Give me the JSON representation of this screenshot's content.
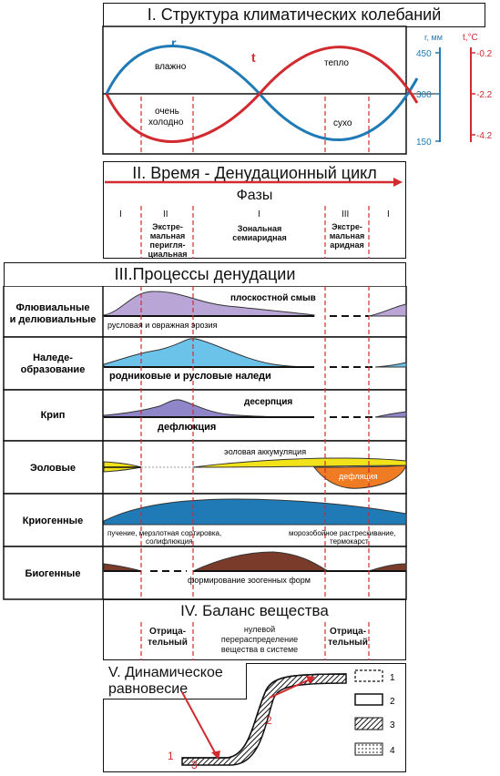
{
  "sections": {
    "s1": {
      "title": "I. Структура климатических колебаний",
      "r_symbol": "r",
      "t_symbol": "t",
      "vlazhno": "влажно",
      "teplo": "тепло",
      "ochen": "очень",
      "holodno": "холодно",
      "suho": "сухо",
      "r_axis": {
        "title": "r, мм",
        "ticks": [
          "450",
          "300",
          "150"
        ]
      },
      "t_axis": {
        "title": "t,°C",
        "ticks": [
          "-0.2",
          "-2.2",
          "-4.2"
        ]
      },
      "colors": {
        "r": "#1f7ab5",
        "t": "#d12a2f",
        "dash": "#d12a2f"
      }
    },
    "s2": {
      "title": "II. Время - Денудационный цикл",
      "phases_label": "Фазы",
      "numerals": [
        "I",
        "II",
        "I",
        "III",
        "I"
      ],
      "ext_periglacial": [
        "Экстре-",
        "мальная",
        "перигля-",
        "циальная"
      ],
      "zonal": [
        "Зональная",
        "семиаридная"
      ],
      "ext_arid": [
        "Экстре-",
        "мальная",
        "аридная"
      ]
    },
    "s3": {
      "title": "III.Процессы денудации",
      "rows": [
        {
          "label": [
            "Флювиальные",
            "и делювиальные"
          ],
          "text1": "плоскостной смыв",
          "text2": "русловая и овражная эрозия"
        },
        {
          "label": [
            "Наледе-",
            "образование"
          ],
          "text1": "родниковые и русловые наледи"
        },
        {
          "label": [
            "Крип"
          ],
          "text1": "десерпция",
          "text2": "дефлюкция"
        },
        {
          "label": [
            "Эоловые"
          ],
          "text1": "эоловая аккумуляция",
          "text2": "дефляция"
        },
        {
          "label": [
            "Криогенные"
          ],
          "text1": [
            "пучение, мерзлотная сортировка,",
            "солифлюкция"
          ],
          "text2": [
            "морозобойное растрескивание,",
            "термокарст"
          ]
        },
        {
          "label": [
            "Биогенные"
          ],
          "text1": "формирование зоогенных форм"
        }
      ]
    },
    "s4": {
      "title": "IV. Баланс вещества",
      "neg_left": [
        "Отрица-",
        "тельный"
      ],
      "neutral": [
        "нулевой",
        "перераспределение",
        "вещества в системе"
      ],
      "neg_right": [
        "Отрица-",
        "тельный"
      ]
    },
    "s5": {
      "title": [
        "V. Динамическое",
        "равновесие"
      ],
      "legend": [
        "1",
        "2",
        "3",
        "4"
      ],
      "markers": [
        "1",
        "2",
        "3"
      ]
    }
  }
}
